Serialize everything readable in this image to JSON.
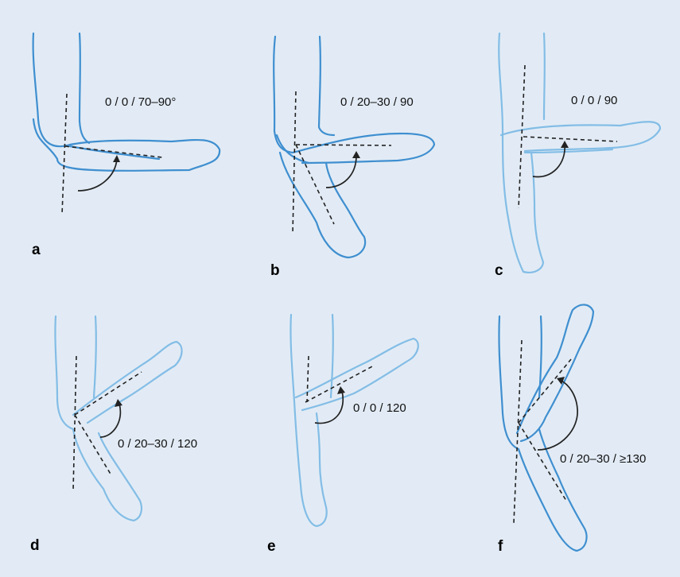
{
  "colors": {
    "background": "#e2ebf5",
    "limb_dark": "#3f8fd0",
    "limb_light": "#83bde6",
    "line": "#222222"
  },
  "panels": [
    {
      "letter": "a",
      "angle_label": "0 / 0 / 70–90°"
    },
    {
      "letter": "b",
      "angle_label": "0 / 20–30 / 90"
    },
    {
      "letter": "c",
      "angle_label": "0 / 0 / 90"
    },
    {
      "letter": "d",
      "angle_label": "0 / 20–30 / 120"
    },
    {
      "letter": "e",
      "angle_label": "0 / 0 / 120"
    },
    {
      "letter": "f",
      "angle_label": "0 / 20–30 / ≥130"
    }
  ]
}
